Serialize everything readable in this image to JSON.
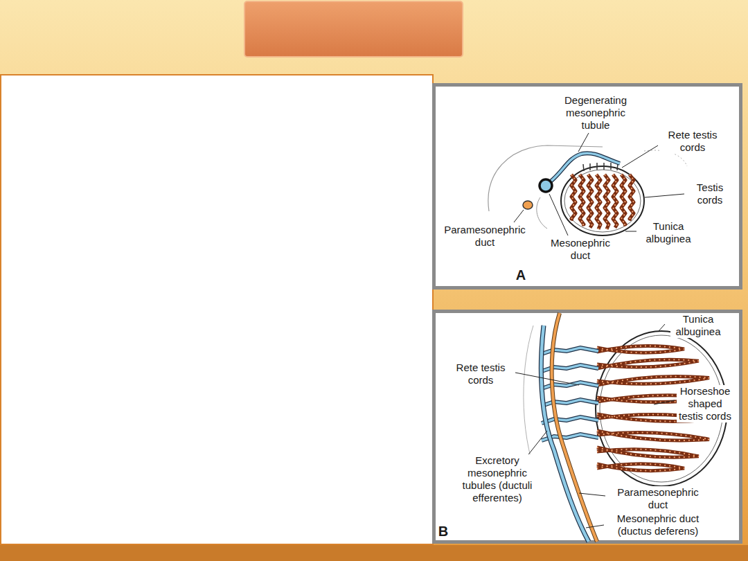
{
  "diagram": {
    "labels": [
      "Degenerating mesonephric tubule",
      "Rete testis cords",
      "Testis cords",
      "Tunica albuginea",
      "Paramesonephric duct",
      "Mesonephric duct",
      "A",
      "Tunica albuginea",
      "Rete testis cords",
      "Horseshoe shaped testis cords",
      "Excretory mesonephric tubules (ductuli efferentes)",
      "Paramesonephric duct",
      "Mesonephric duct (ductus deferens)",
      "B"
    ]
  }
}
